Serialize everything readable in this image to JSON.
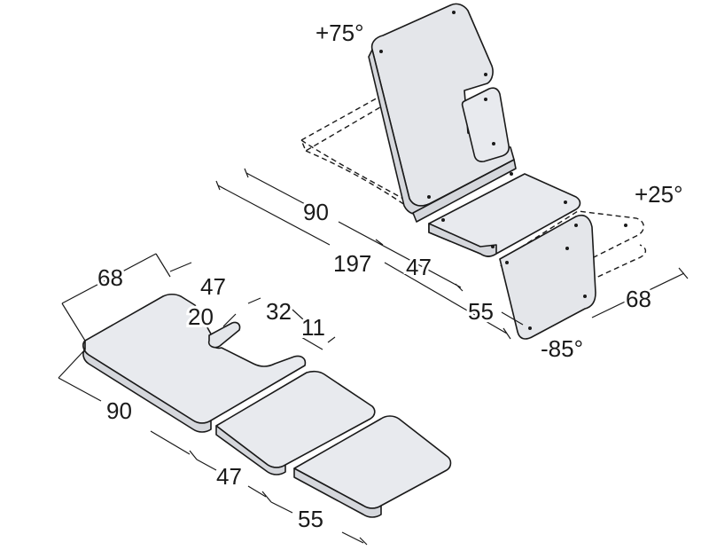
{
  "figure": {
    "angles": {
      "back_up": "+75°",
      "leg_up": "+25°",
      "leg_down": "-85°"
    },
    "upright_view": {
      "back_length": "90",
      "total_length": "197",
      "seat_length": "47",
      "leg_length": "55",
      "width": "68"
    },
    "flat_view": {
      "width": "68",
      "seat_length": "47",
      "cutout_depth": "20",
      "cutout_width": "32",
      "offset": "11",
      "back_length": "90",
      "mid_length": "47",
      "leg_length": "55"
    }
  }
}
